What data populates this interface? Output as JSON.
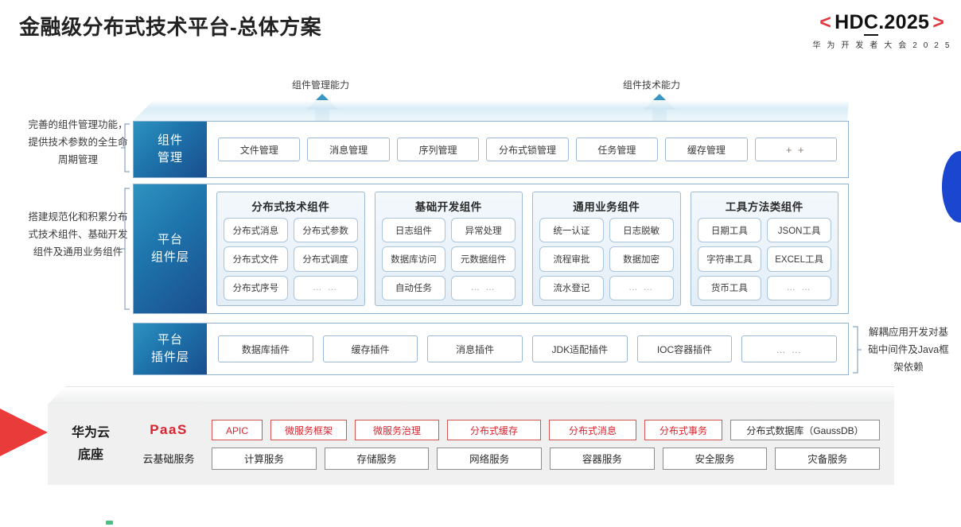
{
  "header": {
    "title": "金融级分布式技术平台-总体方案",
    "logo": {
      "bracket_left": "<",
      "bracket_right": ">",
      "text_pre": "HD",
      "text_c": "C",
      "text_post": ".2025",
      "subtitle": "华 为 开 发 者 大 会 2 0 2 5",
      "accent_color": "#e2373f"
    }
  },
  "arrows": [
    {
      "label": "组件管理能力",
      "color": "#1f7fb5"
    },
    {
      "label": "组件技术能力",
      "color": "#1f7fb5"
    }
  ],
  "side_notes": {
    "left_top": "完善的组件管理功能，提供技术参数的全生命周期管理",
    "left_bottom": "搭建规范化和积累分布式技术组件、基础开发组件及通用业务组件",
    "right": "解耦应用开发对基础中间件及Java框架依赖"
  },
  "component_layer": {
    "tab": "组件\n管理",
    "tab_line1": "组件",
    "tab_line2": "管理",
    "items": [
      "文件管理",
      "消息管理",
      "序列管理",
      "分布式锁管理",
      "任务管理",
      "缓存管理",
      "+ +"
    ]
  },
  "platform_layer": {
    "tab_line1": "平台",
    "tab_line2": "组件层",
    "groups": [
      {
        "title": "分布式技术组件",
        "cells": [
          "分布式消息",
          "分布式参数",
          "分布式文件",
          "分布式调度",
          "分布式序号",
          "… …"
        ]
      },
      {
        "title": "基础开发组件",
        "cells": [
          "日志组件",
          "异常处理",
          "数据库访问",
          "元数据组件",
          "自动任务",
          "… …"
        ]
      },
      {
        "title": "通用业务组件",
        "cells": [
          "统一认证",
          "日志脱敏",
          "流程审批",
          "数据加密",
          "流水登记",
          "… …"
        ]
      },
      {
        "title": "工具方法类组件",
        "cells": [
          "日期工具",
          "JSON工具",
          "字符串工具",
          "EXCEL工具",
          "货币工具",
          "… …"
        ]
      }
    ]
  },
  "plugin_layer": {
    "tab_line1": "平台",
    "tab_line2": "插件层",
    "items": [
      "数据库插件",
      "缓存插件",
      "消息插件",
      "JDK适配插件",
      "IOC容器插件",
      "… …"
    ]
  },
  "base": {
    "title_line1": "华为云",
    "title_line2": "底座",
    "paas_label": "PaaS",
    "cloud_label": "云基础服务",
    "paas_items": [
      {
        "label": "APIC",
        "style": "red"
      },
      {
        "label": "微服务框架",
        "style": "red"
      },
      {
        "label": "微服务治理",
        "style": "red"
      },
      {
        "label": "分布式缓存",
        "style": "red"
      },
      {
        "label": "分布式消息",
        "style": "red"
      },
      {
        "label": "分布式事务",
        "style": "red"
      },
      {
        "label": "分布式数据库（GaussDB）",
        "style": "neutral"
      }
    ],
    "cloud_items": [
      "计算服务",
      "存储服务",
      "网络服务",
      "容器服务",
      "安全服务",
      "灾备服务"
    ]
  },
  "colors": {
    "brand_red": "#d9232e",
    "brand_blue": "#1a4e8e",
    "panel_gray": "#f0f0f0",
    "accent_blue": "#1b46d0",
    "accent_green": "#49c17e"
  }
}
